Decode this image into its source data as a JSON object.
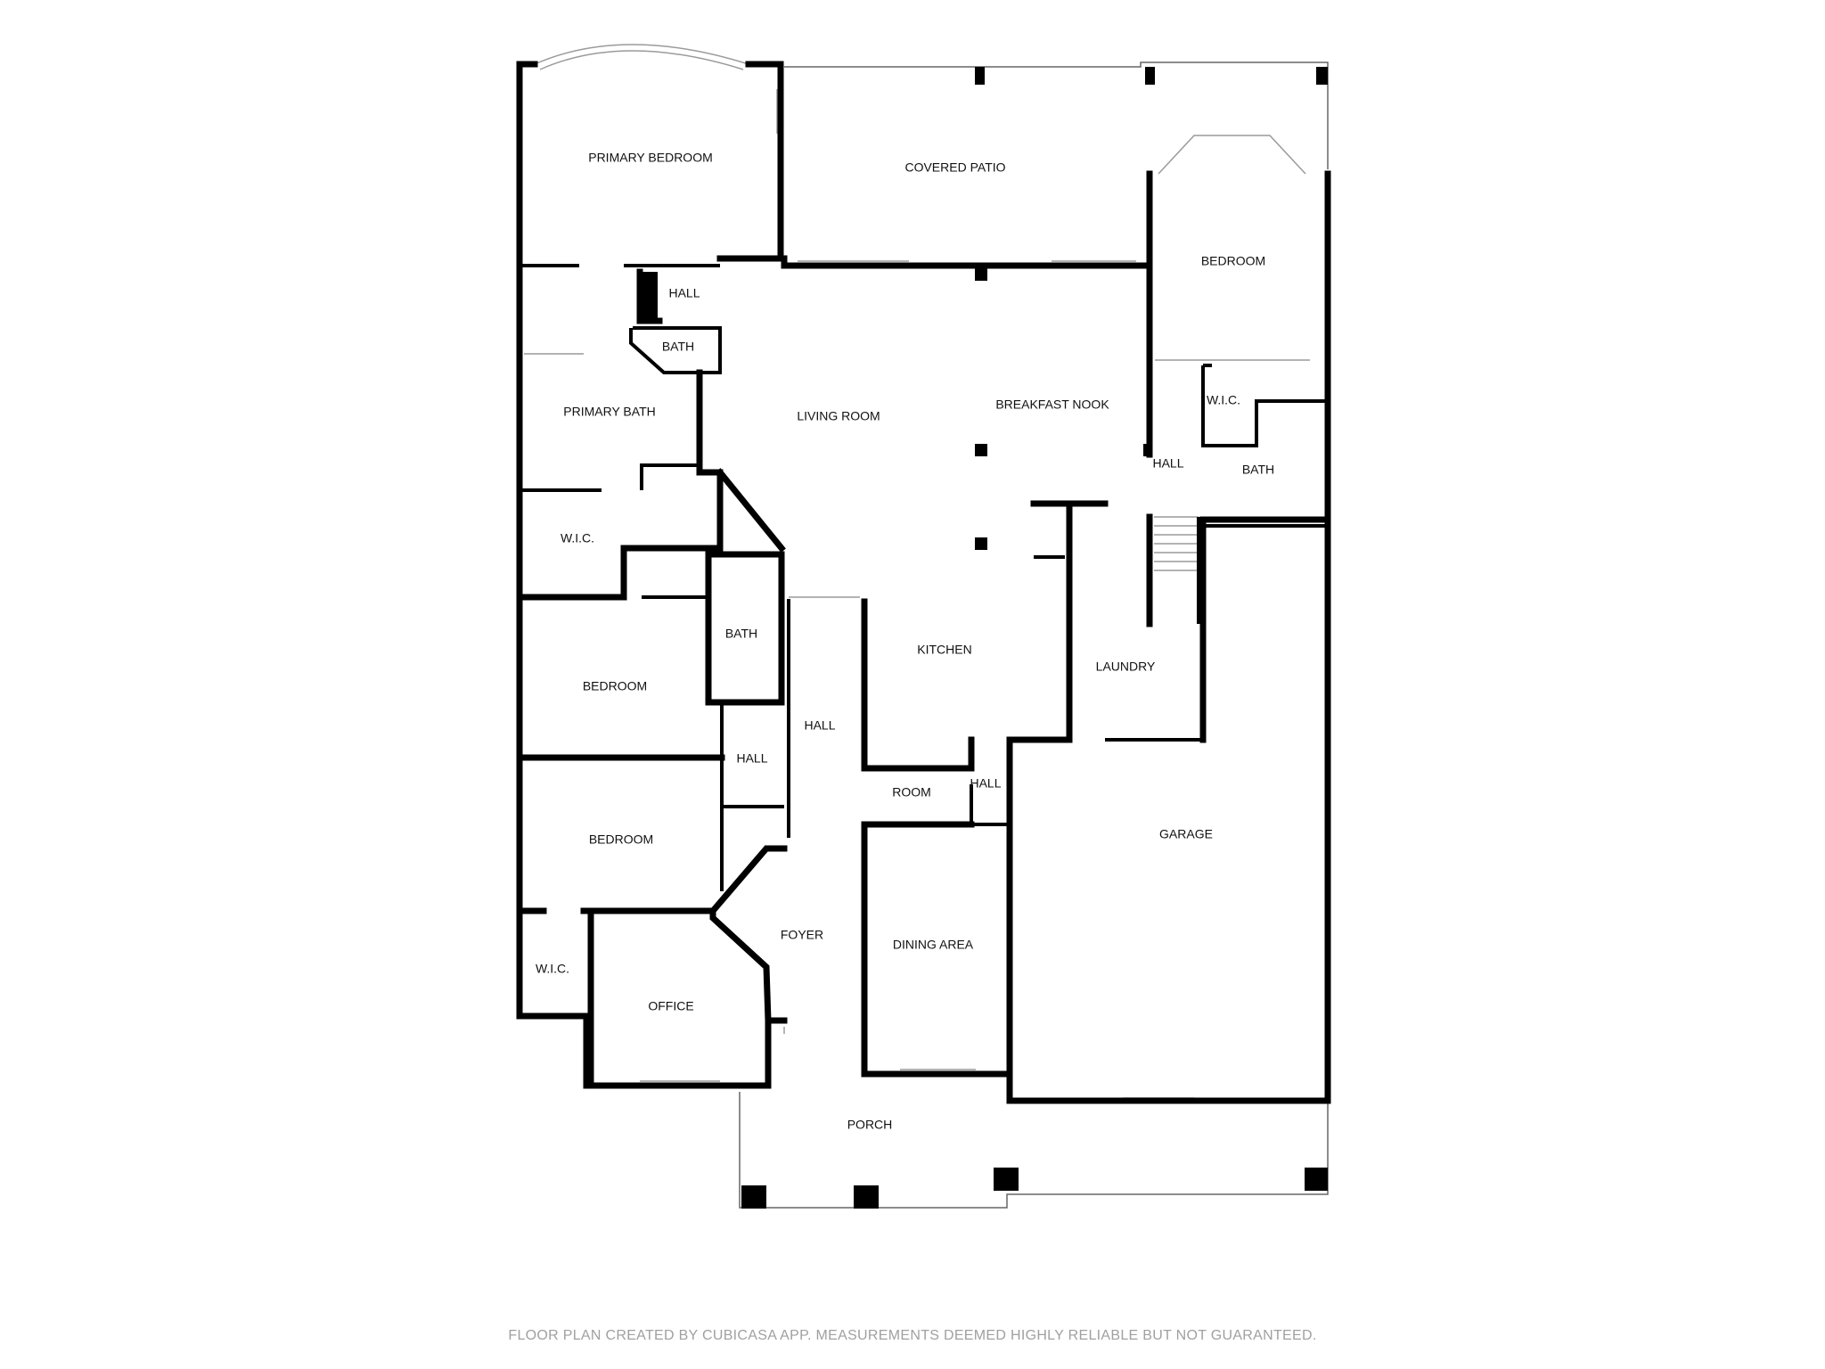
{
  "rooms": {
    "primary_bedroom": "PRIMARY BEDROOM",
    "covered_patio": "COVERED PATIO",
    "bedroom_ne": "BEDROOM",
    "hall_top": "HALL",
    "bath_top": "BATH",
    "primary_bath": "PRIMARY BATH",
    "living_room": "LIVING ROOM",
    "breakfast_nook": "BREAKFAST NOOK",
    "wic_ne": "W.I.C.",
    "hall_east": "HALL",
    "bath_east": "BATH",
    "wic_west": "W.I.C.",
    "bath_mid": "BATH",
    "kitchen": "KITCHEN",
    "laundry": "LAUNDRY",
    "bedroom_mid": "BEDROOM",
    "hall_center": "HALL",
    "hall_small": "HALL",
    "room": "ROOM",
    "hall_kitchen": "HALL",
    "garage": "GARAGE",
    "bedroom_sw": "BEDROOM",
    "foyer": "FOYER",
    "dining_area": "DINING AREA",
    "wic_sw": "W.I.C.",
    "office": "OFFICE",
    "porch": "PORCH"
  },
  "footer": "FLOOR PLAN CREATED BY CUBICASA APP. MEASUREMENTS DEEMED HIGHLY RELIABLE BUT NOT GUARANTEED."
}
